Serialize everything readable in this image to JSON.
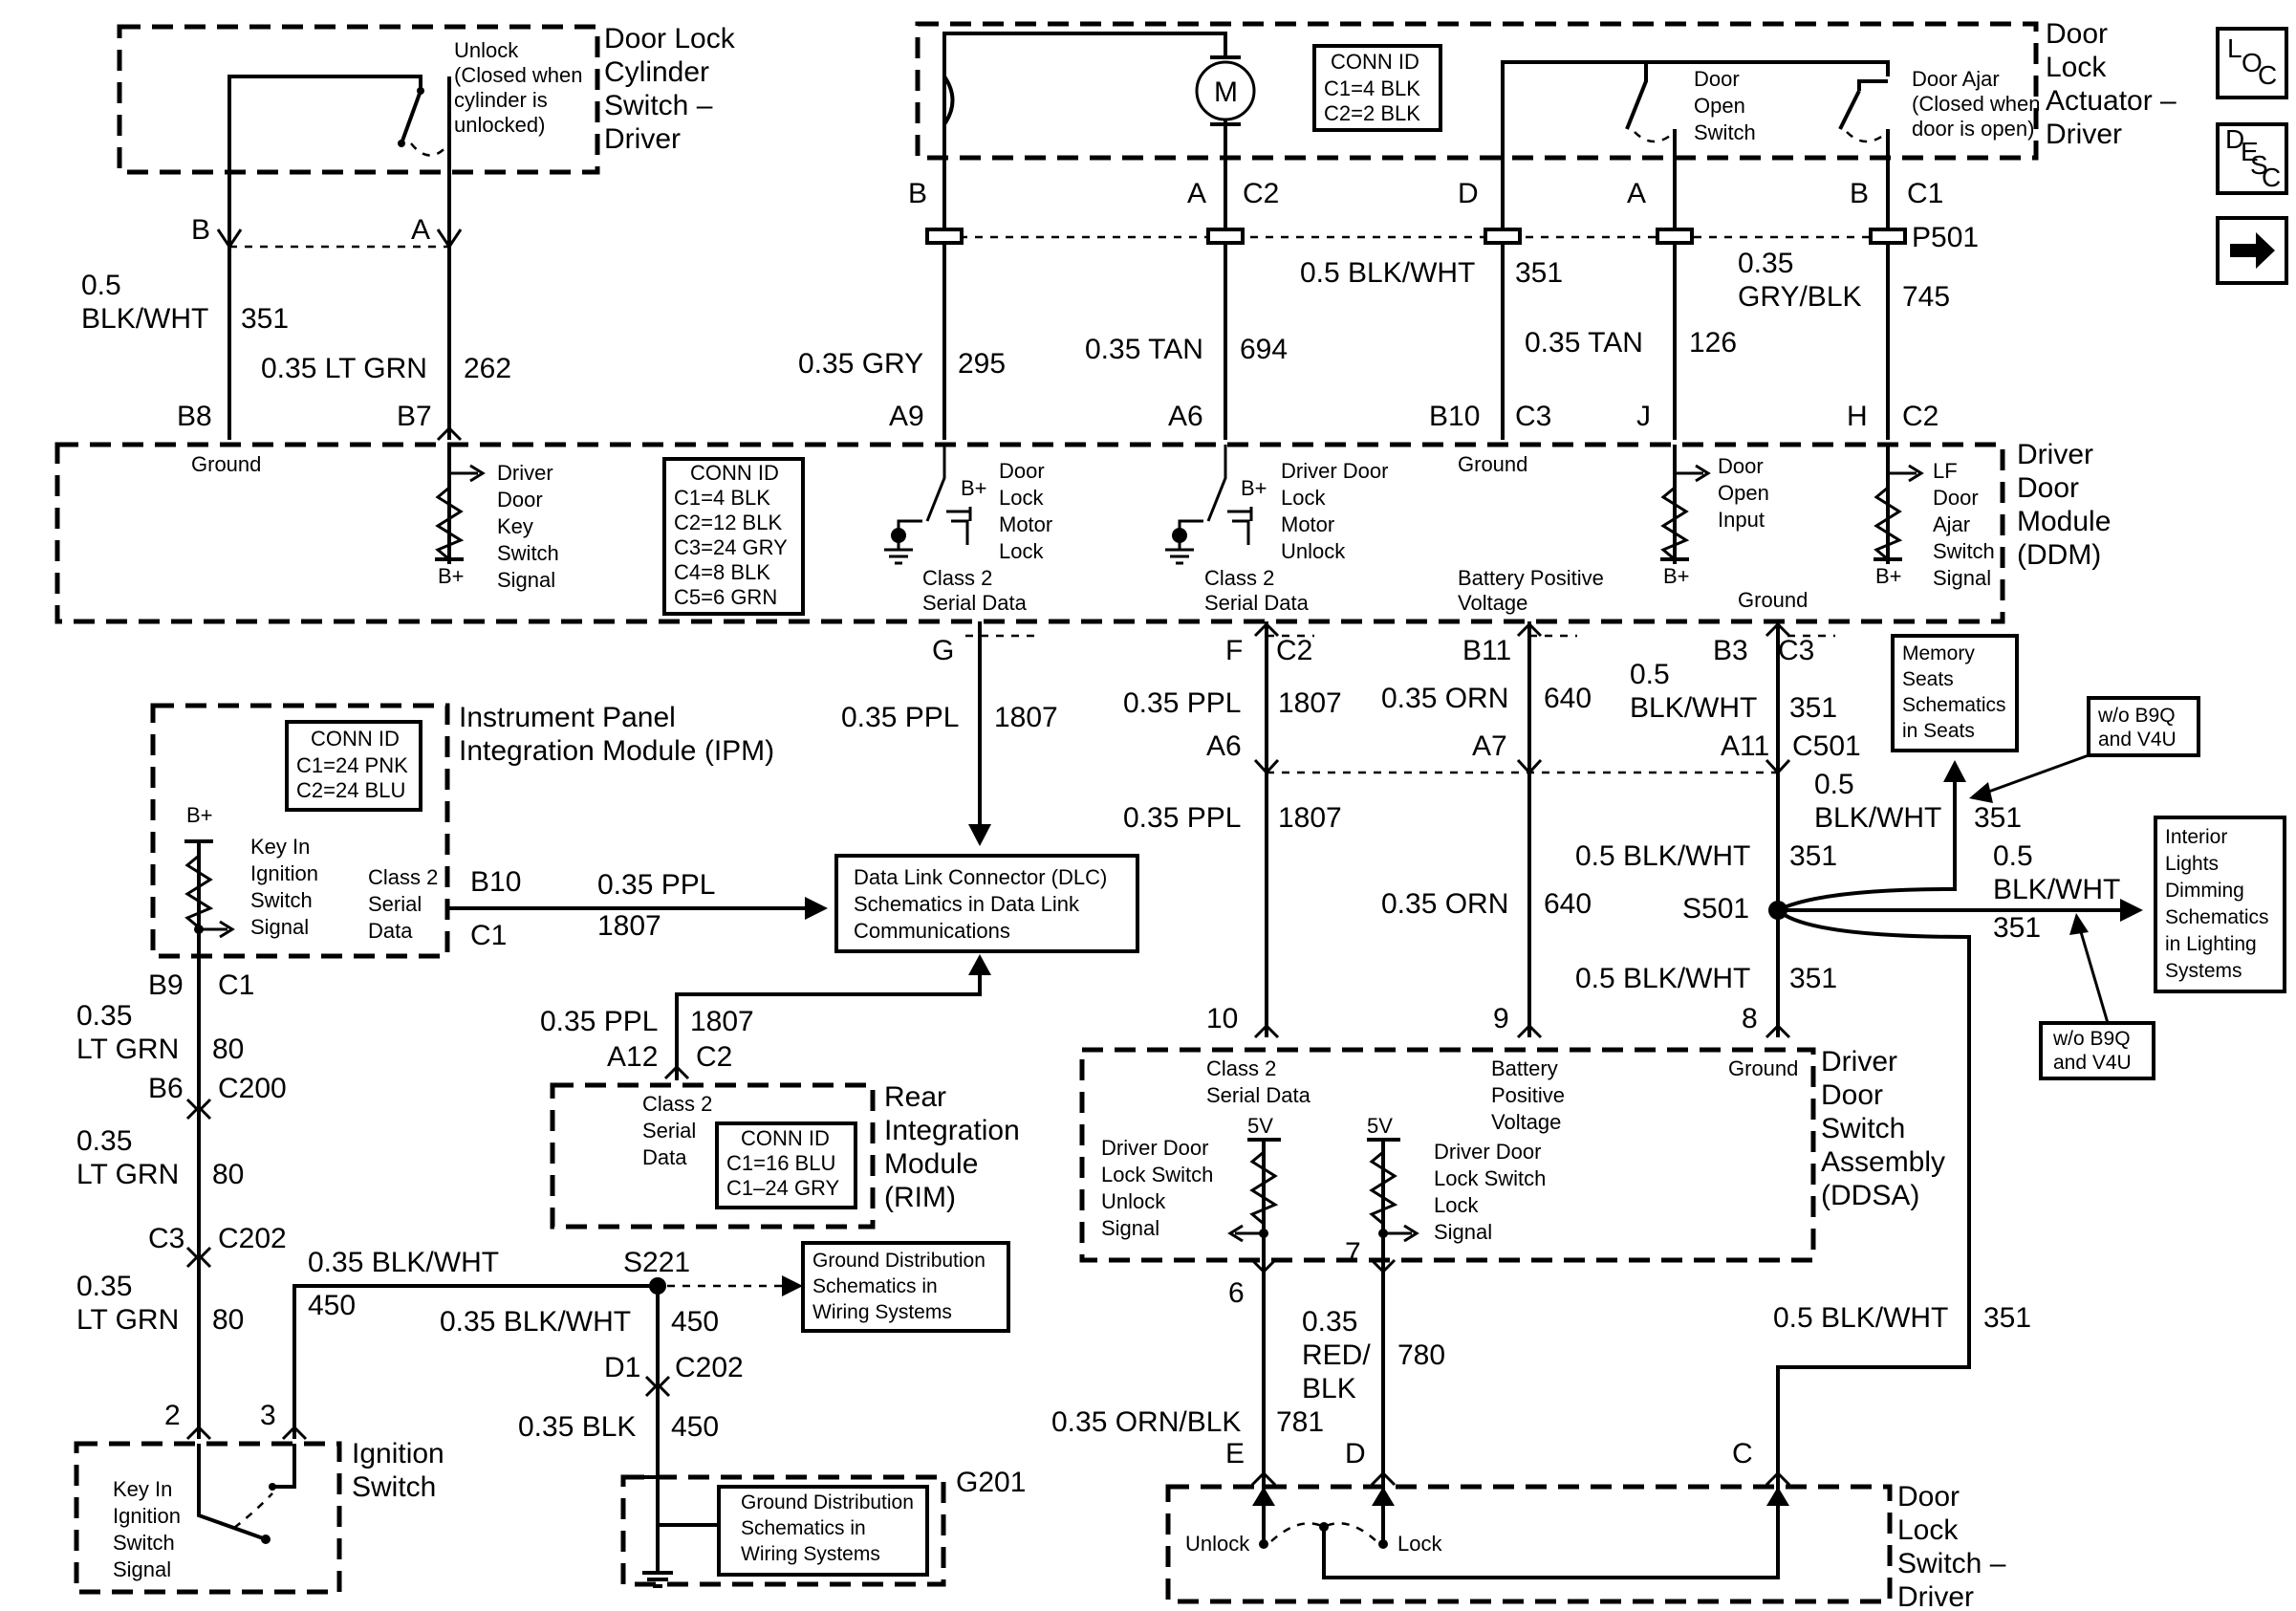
{
  "components": {
    "cyl": {
      "title": [
        "Door Lock",
        "Cylinder",
        "Switch –",
        "Driver"
      ],
      "note": [
        "Unlock",
        "(Closed when",
        "cylinder is",
        "unlocked)"
      ]
    },
    "act": {
      "title": [
        "Door",
        "Lock",
        "Actuator –",
        "Driver"
      ],
      "motor": "M",
      "conn": [
        "CONN ID",
        "C1=4 BLK",
        "C2=2 BLK"
      ],
      "open_sw": [
        "Door",
        "Open",
        "Switch"
      ],
      "ajar_sw": [
        "Door Ajar",
        "(Closed when",
        "door is open)"
      ]
    },
    "ddm": {
      "title": [
        "Driver",
        "Door",
        "Module",
        "(DDM)"
      ],
      "conn": [
        "CONN ID",
        "C1=4 BLK",
        "C2=12 BLK",
        "C3=24 GRY",
        "C4=8 BLK",
        "C5=6 GRN"
      ],
      "ground": "Ground",
      "key_sig": [
        "Driver",
        "Door",
        "Key",
        "Switch",
        "Signal"
      ],
      "motor_lock": [
        "Door",
        "Lock",
        "Motor",
        "Lock"
      ],
      "motor_unlock": [
        "Driver Door",
        "Lock",
        "Motor",
        "Unlock"
      ],
      "class2": [
        "Class 2",
        "Serial Data"
      ],
      "ground2": "Ground",
      "door_open": [
        "Door",
        "Open",
        "Input"
      ],
      "ajar": [
        "LF",
        "Door",
        "Ajar",
        "Switch",
        "Signal"
      ],
      "batt": [
        "Battery Positive",
        "Voltage"
      ],
      "bplus": "B+"
    },
    "ipm": {
      "title": [
        "Instrument Panel",
        "Integration Module (IPM)"
      ],
      "conn": [
        "CONN ID",
        "C1=24 PNK",
        "C2=24 BLU"
      ],
      "key_sig": [
        "Key In",
        "Ignition",
        "Switch",
        "Signal"
      ],
      "class2": [
        "Class 2",
        "Serial",
        "Data"
      ],
      "bplus": "B+"
    },
    "dlc": {
      "text": [
        "Data Link Connector (DLC)",
        "Schematics in Data Link",
        "Communications"
      ]
    },
    "rim": {
      "title": [
        "Rear",
        "Integration",
        "Module",
        "(RIM)"
      ],
      "class2": [
        "Class 2",
        "Serial",
        "Data"
      ],
      "conn": [
        "CONN ID",
        "C1=16 BLU",
        "C1–24 GRY"
      ]
    },
    "gnd_ref": {
      "text": [
        "Ground Distribution",
        "Schematics in",
        "Wiring Systems"
      ]
    },
    "g201": {
      "label": "G201",
      "text": [
        "Ground Distribution",
        "Schematics in",
        "Wiring Systems"
      ]
    },
    "ign": {
      "title": [
        "Ignition",
        "Switch"
      ],
      "text": [
        "Key In",
        "Ignition",
        "Switch",
        "Signal"
      ]
    },
    "ddsa": {
      "title": [
        "Driver",
        "Door",
        "Switch",
        "Assembly",
        "(DDSA)"
      ],
      "class2": [
        "Class 2",
        "Serial Data"
      ],
      "batt": [
        "Battery",
        "Positive",
        "Voltage"
      ],
      "ground": "Ground",
      "five_v": "5V",
      "unlock_sig": [
        "Driver Door",
        "Lock Switch",
        "Unlock",
        "Signal"
      ],
      "lock_sig": [
        "Driver Door",
        "Lock Switch",
        "Lock",
        "Signal"
      ]
    },
    "dls": {
      "title": [
        "Door",
        "Lock",
        "Switch –",
        "Driver"
      ],
      "unlock": "Unlock",
      "lock": "Lock"
    },
    "memory": {
      "text": [
        "Memory",
        "Seats",
        "Schematics",
        "in Seats"
      ]
    },
    "interior": {
      "text": [
        "Interior",
        "Lights",
        "Dimming",
        "Schematics",
        "in Lighting",
        "Systems"
      ]
    },
    "wo1": {
      "text": [
        "w/o B9Q",
        "and V4U"
      ]
    },
    "wo2": {
      "text": [
        "w/o B9Q",
        "and V4U"
      ]
    },
    "nav": {
      "loc": [
        "L",
        "O",
        "C"
      ],
      "desc": [
        "D",
        "E",
        "S",
        "C"
      ],
      "arrow": "arrow-right-icon"
    }
  },
  "pins": {
    "cyl_b": "B",
    "cyl_a": "A",
    "b8": "B8",
    "b7": "B7",
    "act_b": "B",
    "act_a": "A",
    "act_c2": "C2",
    "act_d": "D",
    "act_a2": "A",
    "act_b2": "B",
    "act_c1": "C1",
    "p501": "P501",
    "a9": "A9",
    "a6": "A6",
    "b10": "B10",
    "c3": "C3",
    "j": "J",
    "h": "H",
    "c2": "C2",
    "g": "G",
    "f": "F",
    "fc2": "C2",
    "b11": "B11",
    "b3": "B3",
    "b3c3": "C3",
    "a6b": "A6",
    "a7": "A7",
    "a11": "A11",
    "c501": "C501",
    "ipm_b10": "B10",
    "ipm_c1": "C1",
    "b9": "B9",
    "b9c1": "C1",
    "b6": "B6",
    "c200": "C200",
    "c3b": "C3",
    "c202": "C202",
    "a12": "A12",
    "a12c2": "C2",
    "s221": "S221",
    "d1": "D1",
    "d1c202": "C202",
    "s501": "S501",
    "ign2": "2",
    "ign3": "3",
    "p10": "10",
    "p9": "9",
    "p8": "8",
    "p6": "6",
    "p7": "7",
    "pe": "E",
    "pd": "D",
    "pc": "C"
  },
  "wires": {
    "w351a": [
      "0.5",
      "BLK/WHT",
      "351"
    ],
    "w262": [
      "0.35 LT GRN",
      "262"
    ],
    "w295": [
      "0.35 GRY",
      "295"
    ],
    "w694": [
      "0.35 TAN",
      "694"
    ],
    "w351b": [
      "0.5 BLK/WHT",
      "351"
    ],
    "w126": [
      "0.35 TAN",
      "126"
    ],
    "w745": [
      "0.35",
      "GRY/BLK",
      "745"
    ],
    "w1807a": [
      "0.35 PPL",
      "1807"
    ],
    "w1807b": [
      "0.35 PPL",
      "1807"
    ],
    "w1807c": [
      "0.35 PPL",
      "1807"
    ],
    "w1807d": [
      "0.35 PPL",
      "1807"
    ],
    "w1807e": [
      "0.35 PPL",
      "1807"
    ],
    "w640a": [
      "0.35 ORN",
      "640"
    ],
    "w640b": [
      "0.35 ORN",
      "640"
    ],
    "w351c": [
      "0.5",
      "BLK/WHT",
      "351"
    ],
    "w351d": [
      "0.5",
      "BLK/WHT",
      "351"
    ],
    "w351e": [
      "0.5 BLK/WHT",
      "351"
    ],
    "w351f": [
      "0.5",
      "BLK/WHT",
      "351"
    ],
    "w351g": [
      "0.5 BLK/WHT",
      "351"
    ],
    "w351h": [
      "0.5 BLK/WHT",
      "351"
    ],
    "w80a": [
      "0.35",
      "LT GRN",
      "80"
    ],
    "w80b": [
      "0.35",
      "LT GRN",
      "80"
    ],
    "w80c": [
      "0.35",
      "LT GRN",
      "80"
    ],
    "w450a": [
      "0.35 BLK/WHT",
      "450"
    ],
    "w450b": [
      "0.35 BLK/WHT",
      "450"
    ],
    "w450c": [
      "0.35 BLK",
      "450"
    ],
    "w780": [
      "0.35",
      "RED/",
      "BLK",
      "780"
    ],
    "w781": [
      "0.35 ORN/BLK",
      "781"
    ]
  }
}
